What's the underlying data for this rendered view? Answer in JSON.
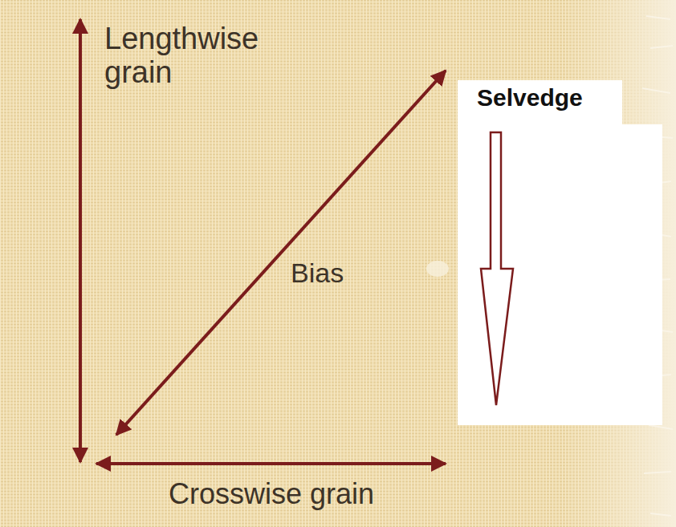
{
  "diagram": {
    "nodes": [
      {
        "text": [
          "Selvedge"
        ]
      }
    ],
    "labels": [
      "Lengthwise grain",
      "Bias",
      "Crosswise grain"
    ]
  }
}
